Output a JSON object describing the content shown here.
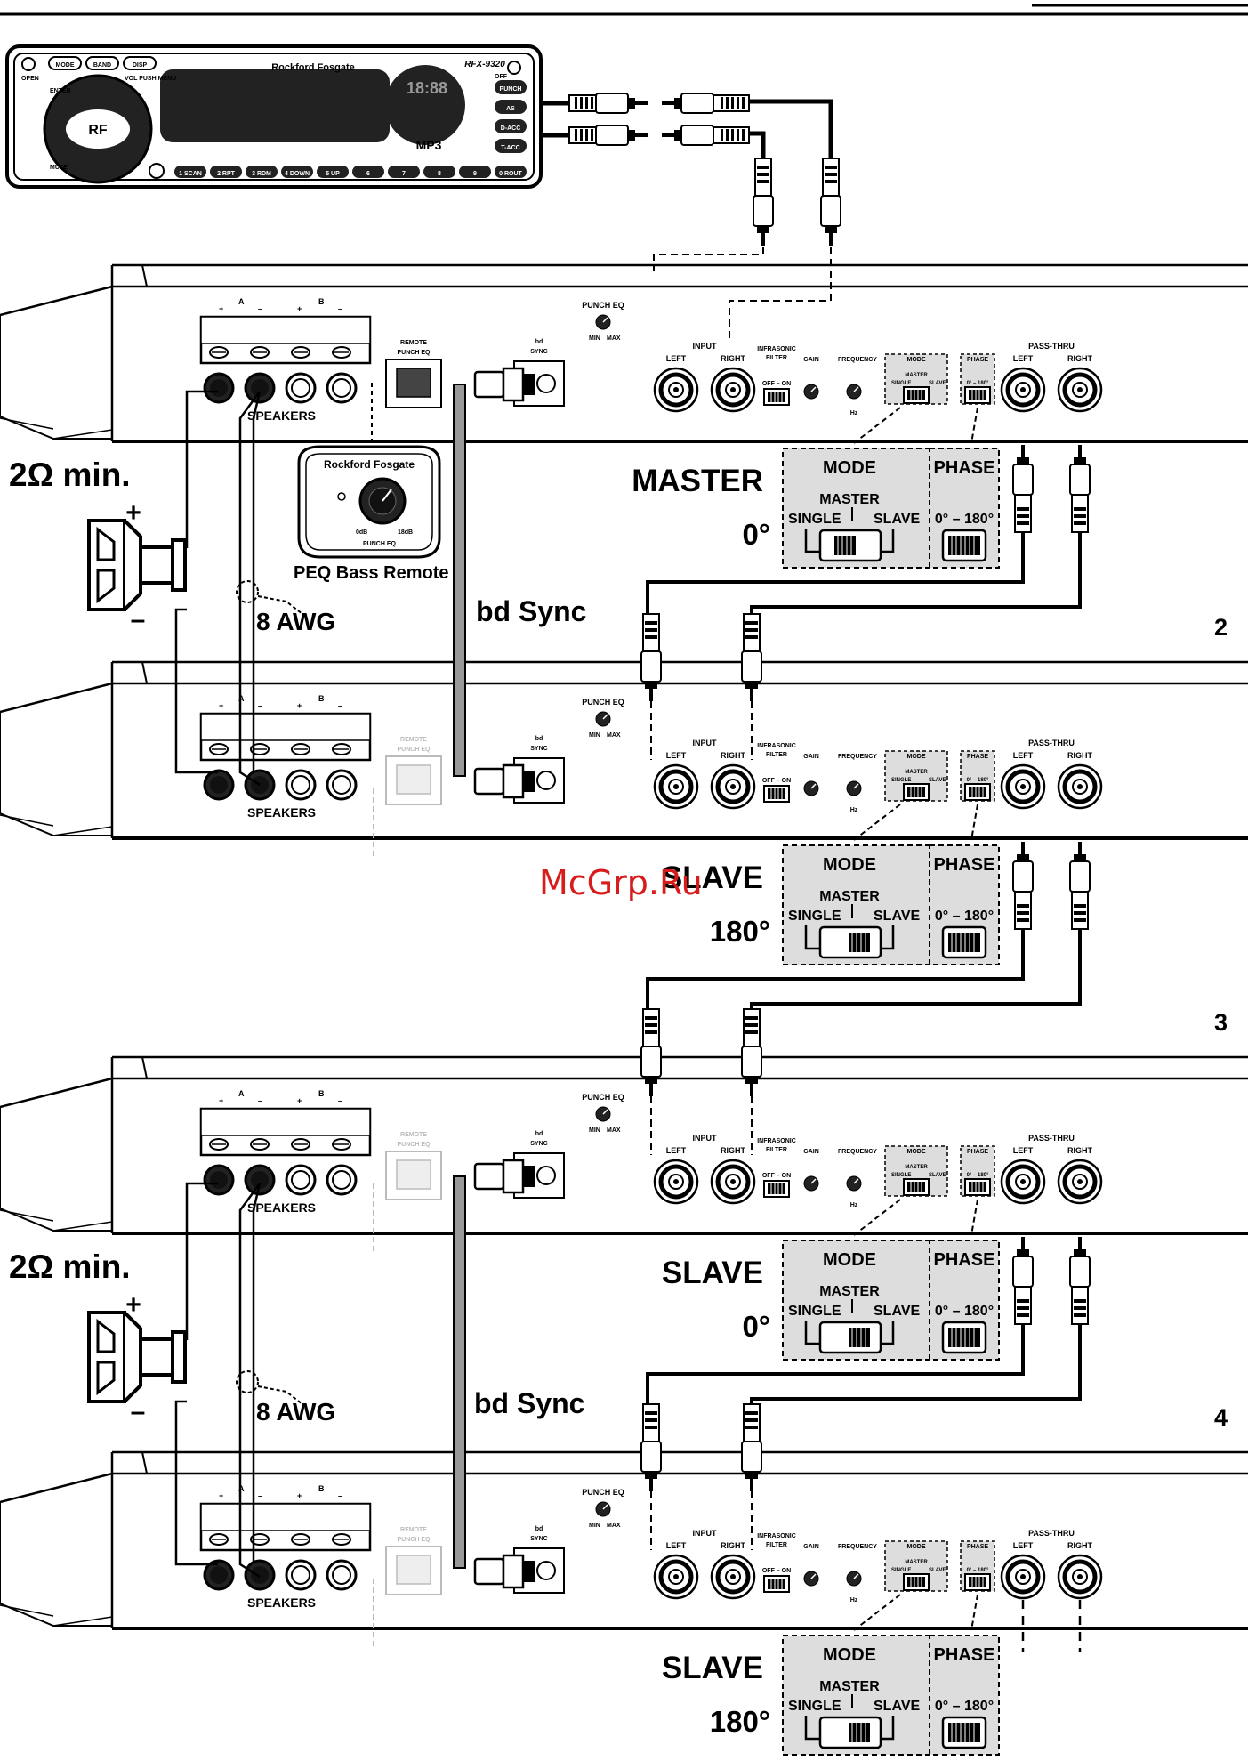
{
  "headunit": {
    "brand": "Rockford Fosgate",
    "model": "RFX-9320",
    "top_buttons": [
      "MODE",
      "BAND",
      "DISP"
    ],
    "side_buttons": [
      "PUNCH",
      "AS",
      "D-ACC",
      "T-ACC"
    ],
    "preset_buttons": [
      "1 SCAN",
      "2 RPT",
      "3 RDM",
      "4 DOWN",
      "5 UP",
      "6",
      "7",
      "8",
      "9",
      "0 ROUT"
    ],
    "labels": {
      "open": "OPEN",
      "off": "OFF",
      "vol": "VOL PUSH MENU",
      "mute": "MUTE",
      "enter": "ENTER",
      "mp3": "MP3",
      "clock": "18:88"
    }
  },
  "amp_labels": {
    "terminals_a": "A",
    "terminals_b": "B",
    "plus": "+",
    "minus": "–",
    "speakers": "SPEAKERS",
    "remote": "REMOTE PUNCH EQ",
    "bd_sync": "bd SYNC",
    "punch_eq": "PUNCH EQ",
    "min": "MIN",
    "max": "MAX",
    "input": "INPUT",
    "left": "LEFT",
    "right": "RIGHT",
    "infrasonic": "INFRASONIC FILTER",
    "off_on": "OFF – ON",
    "gain": "GAIN",
    "frequency": "FREQUENCY",
    "hz": "Hz",
    "mode": "MODE",
    "master": "MASTER",
    "single": "SINGLE",
    "slave": "SLAVE",
    "phase": "PHASE",
    "phase_range": "0° – 180°",
    "pass_thru": "PASS-THRU"
  },
  "amps": [
    {
      "role": "MASTER",
      "phase": "0°",
      "number": "",
      "mode_pos": "master"
    },
    {
      "role": "SLAVE",
      "phase": "180°",
      "number": "2",
      "mode_pos": "slave"
    },
    {
      "role": "SLAVE",
      "phase": "0°",
      "number": "3",
      "mode_pos": "slave"
    },
    {
      "role": "SLAVE",
      "phase": "180°",
      "number": "4",
      "mode_pos": "slave"
    }
  ],
  "annotations": {
    "impedance": "2Ω min.",
    "wire_gauge": "8 AWG",
    "bd_sync": "bd Sync",
    "peq_remote": "PEQ Bass Remote",
    "peq_min": "0dB",
    "peq_max": "18dB",
    "peq_label": "PUNCH EQ",
    "speaker_plus": "+",
    "speaker_minus": "–"
  },
  "watermark": "McGrp.Ru"
}
